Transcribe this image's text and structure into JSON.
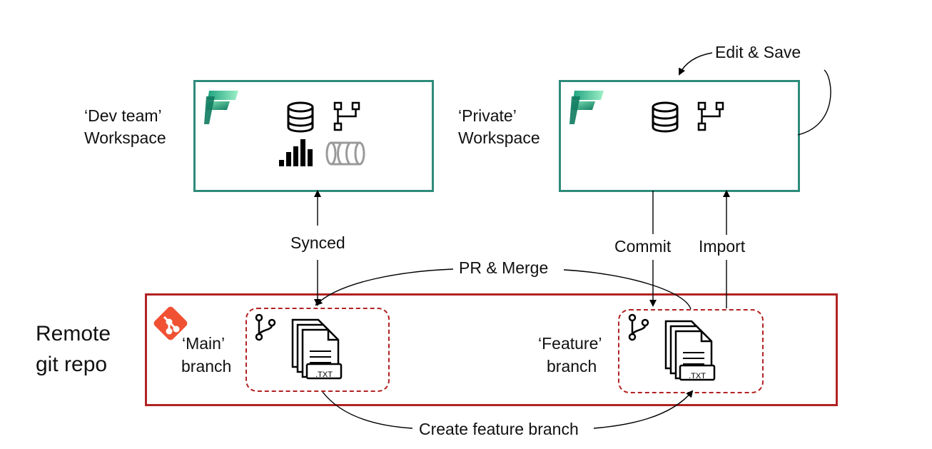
{
  "diagram": {
    "dev_workspace": {
      "line1": "‘Dev team’",
      "line2": "Workspace"
    },
    "private_workspace": {
      "line1": "‘Private’",
      "line2": "Workspace"
    },
    "remote_repo": {
      "line1": "Remote",
      "line2": "git repo"
    },
    "main_branch": {
      "line1": "‘Main’",
      "line2": "branch",
      "file_tag": ".TXT"
    },
    "feature_branch": {
      "line1": "‘Feature’",
      "line2": "branch",
      "file_tag": ".TXT"
    },
    "edges": {
      "edit_save": "Edit & Save",
      "synced": "Synced",
      "commit": "Commit",
      "import": "Import",
      "pr_merge": "PR & Merge",
      "create_feature_branch": "Create feature branch"
    },
    "colors": {
      "workspace_border": "#2e8b7a",
      "repo_border": "#b22222",
      "branch_dash": "#b22222",
      "git_logo": "#f05133",
      "fabric_gradient_start": "#0f7b5f",
      "fabric_gradient_end": "#7fe3b6"
    }
  }
}
